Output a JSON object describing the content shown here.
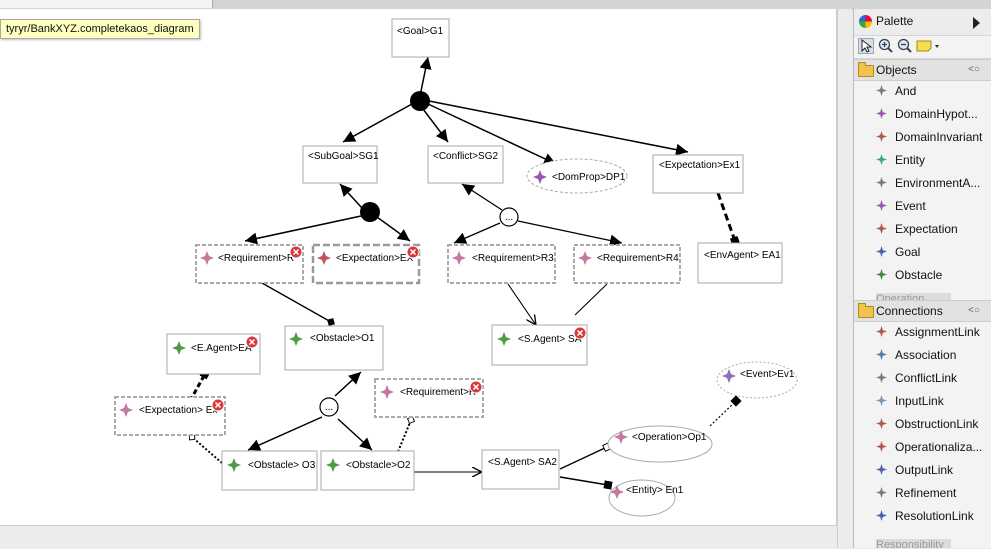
{
  "tooltip": "tyryr/BankXYZ.completekaos_diagram",
  "palette": {
    "title": "Palette",
    "objects_label": "Objects",
    "objects": [
      {
        "label": "And",
        "color": "#7a7a7a"
      },
      {
        "label": "DomainHypot...",
        "color": "#9a55b5"
      },
      {
        "label": "DomainInvariant",
        "color": "#b35454"
      },
      {
        "label": "Entity",
        "color": "#3aa580"
      },
      {
        "label": "EnvironmentA...",
        "color": "#7a7a7a"
      },
      {
        "label": "Event",
        "color": "#9a55b5"
      },
      {
        "label": "Expectation",
        "color": "#b35454"
      },
      {
        "label": "Goal",
        "color": "#4a5fb2"
      },
      {
        "label": "Obstacle",
        "color": "#3c8a3c"
      }
    ],
    "objects_clipped": "Operation",
    "connections_label": "Connections",
    "connections": [
      {
        "label": "AssignmentLink",
        "color": "#b35454"
      },
      {
        "label": "Association",
        "color": "#4a7fb2"
      },
      {
        "label": "ConflictLink",
        "color": "#7a7a7a"
      },
      {
        "label": "InputLink",
        "color": "#7a94b8"
      },
      {
        "label": "ObstructionLink",
        "color": "#b35454"
      },
      {
        "label": "Operationaliza...",
        "color": "#b35454"
      },
      {
        "label": "OutputLink",
        "color": "#4a5fb2"
      },
      {
        "label": "Refinement",
        "color": "#7a7a7a"
      },
      {
        "label": "ResolutionLink",
        "color": "#4a5fb2"
      }
    ],
    "connections_clipped": "Responsibility"
  },
  "diagram": {
    "goal_g1": "<Goal>G1",
    "subgoal_sg1": "<SubGoal>SG1",
    "conflict_sg2": "<Conflict>SG2",
    "domprop_dp1": "<DomProp>DP1",
    "expectation_ex1_top": "<Expectation>Ex1",
    "envagent_ea1": "<EnvAgent> EA1",
    "requirement_r_left": "<Requirement>R",
    "expectation_ex_mid": "<Expectation>EX",
    "requirement_r3": "<Requirement>R3",
    "requirement_r4": "<Requirement>R4",
    "obstacle_o1": "<Obstacle>O1",
    "sagent_sa_top": "<S.Agent> SA",
    "eagent_ea": "<E.Agent>EA",
    "expectation_ex_low": "<Expectation> Ex",
    "requirement_r_low": "<Requirement>R",
    "obstacle_o3": "<Obstacle> O3",
    "obstacle_o2": "<Obstacle>O2",
    "sagent_sa2": "<S.Agent> SA2",
    "operation_op1": "<Operation>Op1",
    "event_ev1": "<Event>Ev1",
    "entity_en1": "<Entity> En1",
    "ellipsis": "..."
  },
  "colors": {
    "requirement_star": "#c27a9e",
    "expectation_star": "#c05060",
    "obstacle_star": "#4f9a45",
    "agent_star": "#4f9a45",
    "domprop_star": "#9a55b5",
    "operation_star": "#c27a9e",
    "event_star": "#8a6fb8",
    "error_badge": "#d9383a"
  }
}
